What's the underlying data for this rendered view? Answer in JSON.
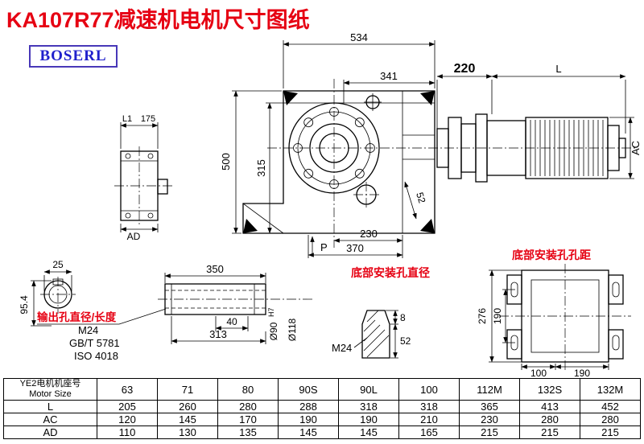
{
  "page": {
    "title": "KA107R77减速机电机尺寸图纸",
    "logo": "BOSERL"
  },
  "colors": {
    "accent_red": "#e60012",
    "logo_blue": "#2020cc",
    "line": "#000000"
  },
  "main_view": {
    "dim_534": "534",
    "dim_341": "341",
    "dim_500": "500",
    "dim_315": "315",
    "dim_52": "52",
    "dim_230": "230",
    "dim_370": "370",
    "label_p": "P"
  },
  "motor_view": {
    "dim_220": "220",
    "dim_l": "L",
    "dim_ac": "AC"
  },
  "left_view": {
    "dim_l1": "L1",
    "dim_175": "175",
    "dim_ad": "AD"
  },
  "shaft_view": {
    "dim_25": "25",
    "dim_95_4": "95.4",
    "callout": "输出孔直径/长度",
    "thread": "M24",
    "std_gb": "GB/T 5781",
    "std_iso": "ISO 4018"
  },
  "output_view": {
    "dim_350": "350",
    "dim_40": "40",
    "dim_313": "313",
    "bore": "Ø90",
    "bore_tol": "H7",
    "od": "Ø118"
  },
  "bottom_hole_view": {
    "callout": "底部安装孔直径",
    "dim_8": "8",
    "dim_52": "52",
    "thread": "M24"
  },
  "base_view": {
    "callout": "底部安装孔孔距",
    "dim_276": "276",
    "dim_190_v": "190",
    "dim_100": "100",
    "dim_190_h": "190"
  },
  "table": {
    "header_cn": "YE2电机机座号",
    "header_en": "Motor Size",
    "columns": [
      "63",
      "71",
      "80",
      "90S",
      "90L",
      "100",
      "112M",
      "132S",
      "132M"
    ],
    "rows": [
      {
        "label": "L",
        "values": [
          "205",
          "260",
          "280",
          "288",
          "318",
          "318",
          "365",
          "413",
          "452"
        ]
      },
      {
        "label": "AC",
        "values": [
          "120",
          "145",
          "170",
          "190",
          "190",
          "210",
          "230",
          "280",
          "280"
        ]
      },
      {
        "label": "AD",
        "values": [
          "110",
          "130",
          "135",
          "145",
          "145",
          "165",
          "215",
          "215",
          "215"
        ]
      }
    ]
  }
}
